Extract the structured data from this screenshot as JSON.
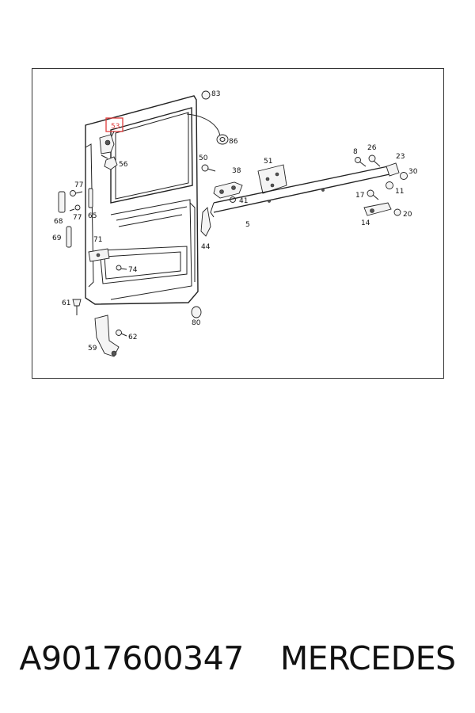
{
  "diagram": {
    "highlight_color": "#e03b3b",
    "highlighted_callout": "53",
    "callouts": [
      "83",
      "86",
      "56",
      "50",
      "38",
      "41",
      "51",
      "8",
      "26",
      "23",
      "30",
      "17",
      "11",
      "20",
      "14",
      "5",
      "44",
      "77",
      "68",
      "65",
      "69",
      "71",
      "74",
      "61",
      "80",
      "62",
      "59"
    ]
  },
  "caption": {
    "part_number": "A9017600347",
    "brand": "MERCEDES"
  }
}
